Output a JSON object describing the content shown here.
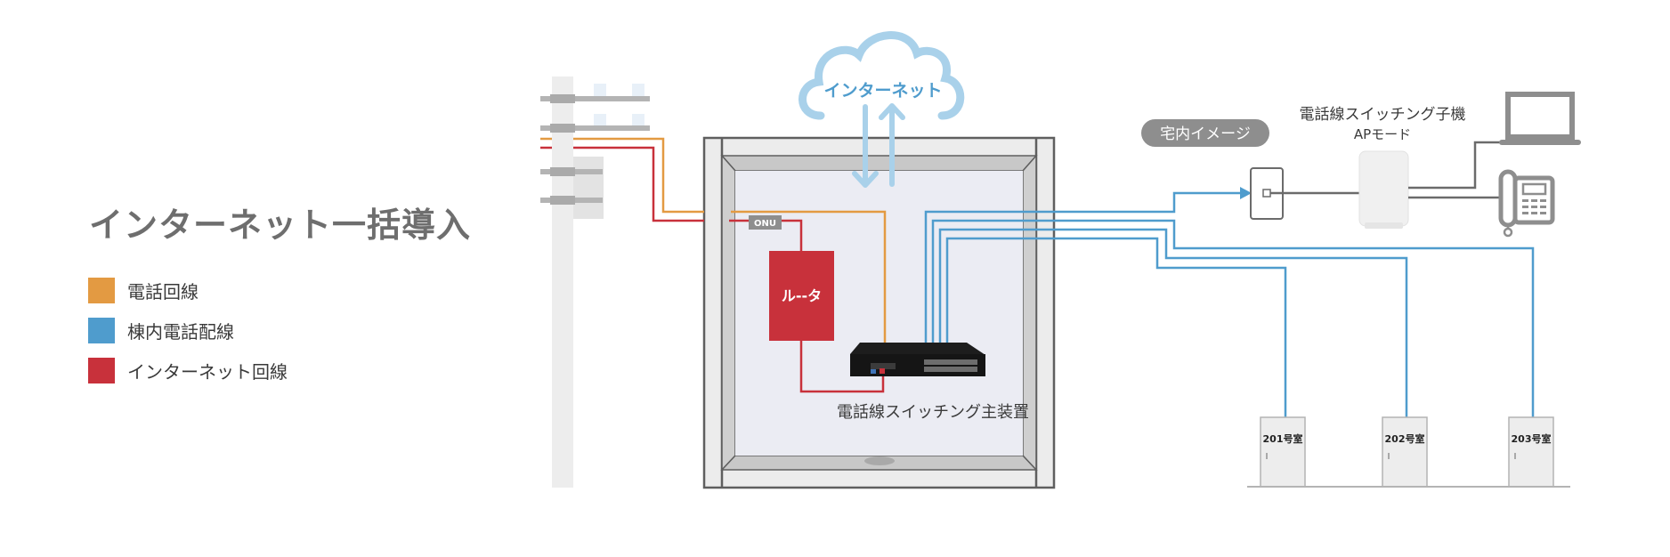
{
  "title": "インターネット一括導入",
  "legend": [
    {
      "label": "電話回線",
      "color": "#e39a42"
    },
    {
      "label": "棟内電話配線",
      "color": "#4f9ccd"
    },
    {
      "label": "インターネット回線",
      "color": "#c8313b"
    }
  ],
  "colors": {
    "phone_line": "#e39a42",
    "building_wiring": "#4f9ccd",
    "internet_line": "#c8313b",
    "cloud": "#a9d1ea",
    "cloud_text": "#4f9ccd",
    "gray_dark": "#5f5f5f",
    "gray_mid": "#8e8e8e"
  },
  "cloud": {
    "label": "インターネット",
    "icon": "cloud-icon"
  },
  "onu": {
    "label": "ONU"
  },
  "router": {
    "label": "ル--タ"
  },
  "main_unit": {
    "label": "電話線スイッチング主装置"
  },
  "indoor_badge": {
    "label": "宅内イメージ"
  },
  "sub_unit": {
    "label_line1": "電話線スイッチング子機",
    "label_line2": "APモード"
  },
  "devices": {
    "laptop": "laptop-icon",
    "phone": "telephone-icon",
    "wall_jack": "wall-jack-icon",
    "access_point": "access-point-icon",
    "utility_pole": "utility-pole-icon"
  },
  "rooms": [
    {
      "label": "201号室"
    },
    {
      "label": "202号室"
    },
    {
      "label": "203号室"
    }
  ]
}
